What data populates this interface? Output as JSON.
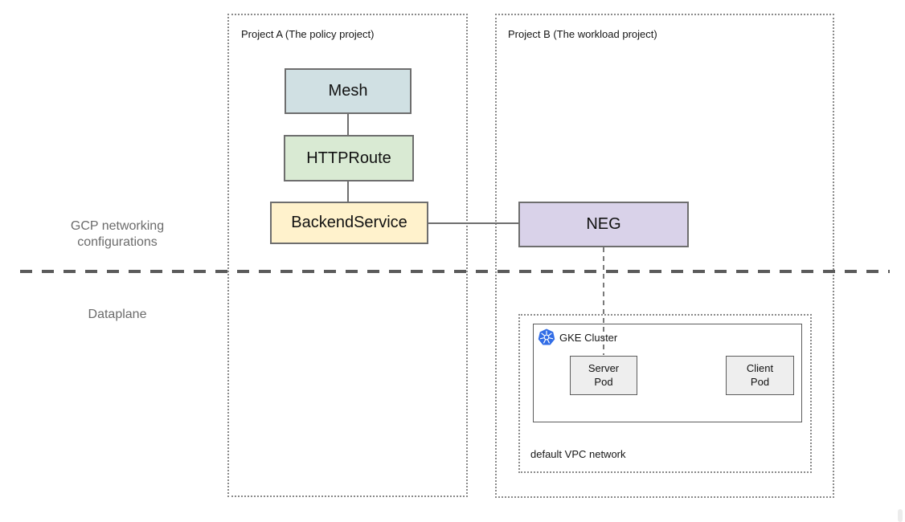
{
  "diagram": {
    "title_context": "GCP multi-project service mesh networking diagram",
    "projects": {
      "project_a": {
        "label": "Project A (The policy project)"
      },
      "project_b": {
        "label": "Project B (The workload project)"
      }
    },
    "sections": {
      "top_label": "GCP networking configurations",
      "bottom_label": "Dataplane"
    },
    "nodes": {
      "mesh": {
        "label": "Mesh",
        "fill": "#d0e0e3"
      },
      "httproute": {
        "label": "HTTPRoute",
        "fill": "#d9ead3"
      },
      "backend_service": {
        "label": "BackendService",
        "fill": "#fff2cc"
      },
      "neg": {
        "label": "NEG",
        "fill": "#d9d2e9"
      },
      "server_pod": {
        "label": "Server Pod",
        "fill": "#eeeeee"
      },
      "client_pod": {
        "label": "Client Pod",
        "fill": "#eeeeee"
      }
    },
    "gke": {
      "label": "GKE Cluster",
      "icon": "kubernetes-icon",
      "icon_color": "#326de6"
    },
    "vpc": {
      "label": "default VPC network"
    },
    "edges": [
      {
        "from": "Mesh",
        "to": "HTTPRoute",
        "style": "solid"
      },
      {
        "from": "HTTPRoute",
        "to": "BackendService",
        "style": "solid"
      },
      {
        "from": "BackendService",
        "to": "NEG",
        "style": "solid"
      },
      {
        "from": "NEG",
        "to": "Server Pod",
        "style": "dashed"
      }
    ],
    "palette": {
      "box_border": "#6e6e6e",
      "dotted_border": "#8a8a8a",
      "divider": "#5b5b5b",
      "section_text": "#6b6b6b",
      "text": "#161616"
    }
  }
}
